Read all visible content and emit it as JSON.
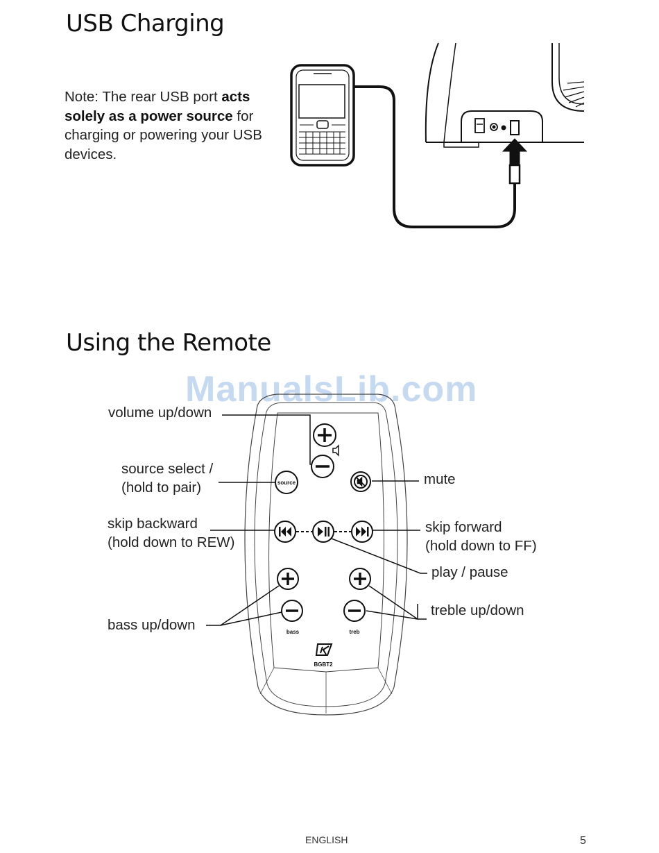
{
  "usb_section": {
    "title": "USB Charging",
    "note_prefix": "Note: The rear USB port ",
    "note_bold": "acts solely as a power source",
    "note_suffix": " for charging or powering your USB devices."
  },
  "remote_section": {
    "title": "Using the Remote",
    "watermark": "ManualsLib.com",
    "labels": {
      "volume": "volume up/down",
      "source_line1": "source select /",
      "source_line2": "(hold to pair)",
      "mute": "mute",
      "skip_back_line1": "skip backward",
      "skip_back_line2": "(hold down to REW)",
      "skip_fwd_line1": "skip forward",
      "skip_fwd_line2": "(hold down to FF)",
      "play_pause": "play / pause",
      "bass": "bass up/down",
      "treble": "treble up/down"
    },
    "remote_text": {
      "source_button": "source",
      "bass_caption": "bass",
      "treb_caption": "treb",
      "model": "BGBT2"
    }
  },
  "footer": {
    "language": "ENGLISH",
    "page_number": "5"
  }
}
